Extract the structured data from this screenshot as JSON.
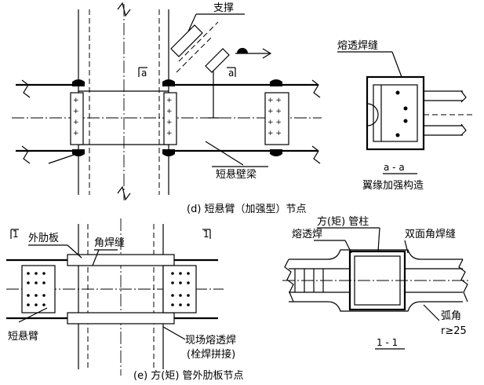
{
  "detail_d": {
    "caption": "(d) 短悬臂（加强型）节点",
    "label_brace": "支撑",
    "label_short_beam": "短悬壁梁",
    "section_mark_left": "a",
    "section_mark_right": "a"
  },
  "detail_aa": {
    "label_weld": "熔透焊缝",
    "section_title": "a - a",
    "caption": "翼缘加强构造"
  },
  "detail_e": {
    "caption": "(e) 方(矩) 管外肋板节点",
    "label_rib_plate": "外肋板",
    "label_fillet_weld": "角焊缝",
    "label_short_cantilever": "短悬臂",
    "label_field_weld_1": "现场熔透焊",
    "label_field_weld_2": "(栓焊拼接)",
    "section_mark_left": "1",
    "section_mark_right": "1"
  },
  "detail_11": {
    "label_tube_column": "方(矩) 管柱",
    "label_penetration_weld": "熔透焊",
    "label_double_fillet": "双面角焊缝",
    "label_arc_corner": "弧角",
    "label_radius": "r≥25",
    "section_title": "1 - 1"
  }
}
